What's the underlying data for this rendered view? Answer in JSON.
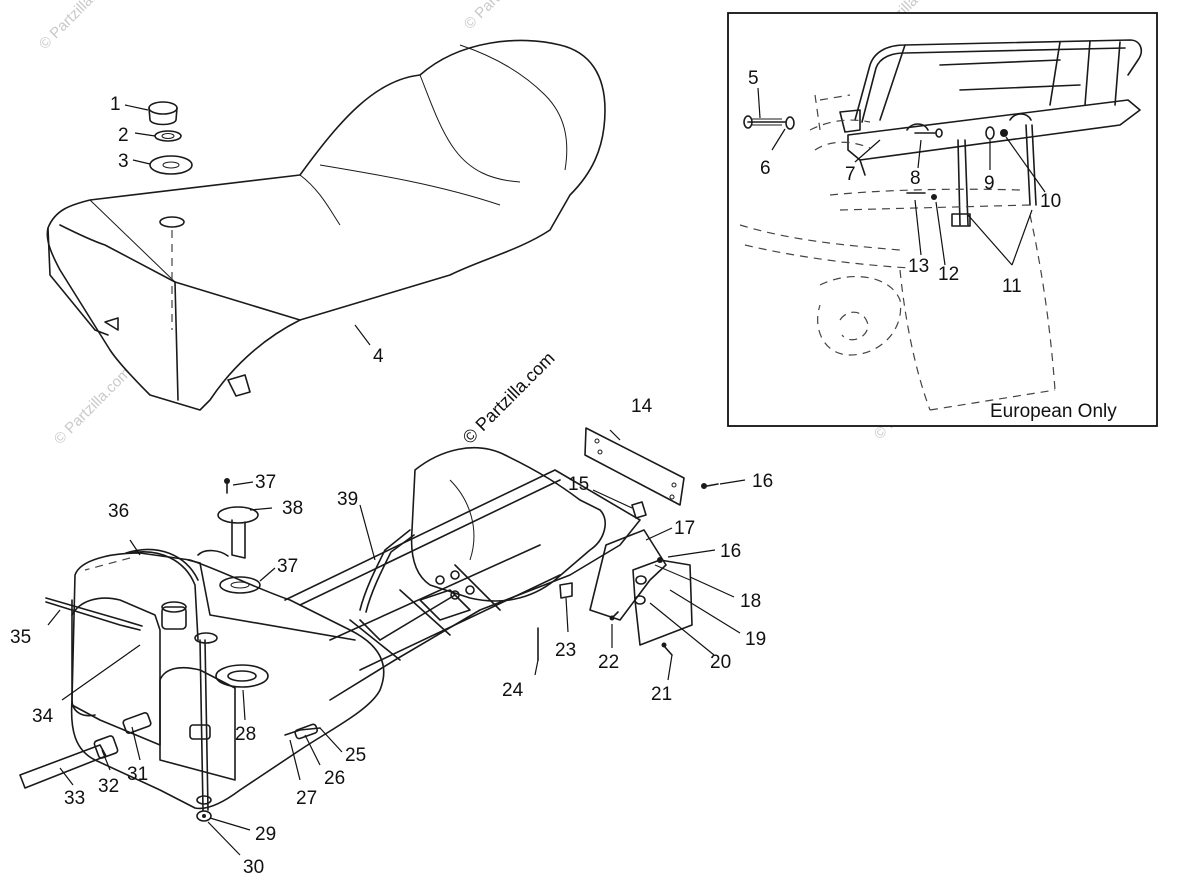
{
  "diagram": {
    "watermark_main": "© Partzilla.com",
    "watermark_faint": "© Partzilla.com",
    "inset_caption": "European Only",
    "callouts": {
      "c1": "1",
      "c2": "2",
      "c3": "3",
      "c4": "4",
      "c5": "5",
      "c6": "6",
      "c7": "7",
      "c8": "8",
      "c9": "9",
      "c10": "10",
      "c11": "11",
      "c12": "12",
      "c13": "13",
      "c14": "14",
      "c15": "15",
      "c16a": "16",
      "c16b": "16",
      "c17": "17",
      "c18": "18",
      "c19": "19",
      "c20": "20",
      "c21": "21",
      "c22": "22",
      "c23": "23",
      "c24": "24",
      "c25": "25",
      "c26": "26",
      "c27": "27",
      "c28": "28",
      "c29": "29",
      "c30": "30",
      "c31": "31",
      "c32": "32",
      "c33": "33",
      "c34": "34",
      "c35": "35",
      "c36": "36",
      "c37a": "37",
      "c37b": "37",
      "c38": "38",
      "c39": "39"
    }
  }
}
